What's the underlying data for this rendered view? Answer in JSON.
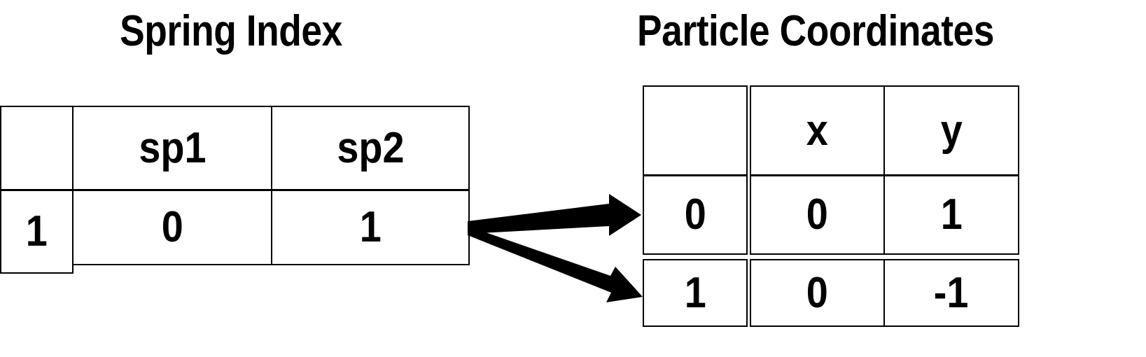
{
  "diagram": {
    "kind": "table-mapping-diagram",
    "background_color": "#ffffff",
    "ink_color": "#000000"
  },
  "left_table": {
    "title": "Spring Index",
    "index_header": "",
    "columns": [
      "sp1",
      "sp2"
    ],
    "rows": [
      {
        "index": "1",
        "sp1": "0",
        "sp2": "1"
      }
    ]
  },
  "right_table": {
    "title": "Particle Coordinates",
    "index_header": "",
    "columns": [
      "x",
      "y"
    ],
    "rows": [
      {
        "index": "0",
        "x": "0",
        "y": "1"
      },
      {
        "index": "1",
        "x": "0",
        "y": "-1"
      }
    ]
  },
  "arrows": [
    {
      "name": "arrow-to-particle-0",
      "from_label": "spring row 1",
      "to_label": "particle row 0",
      "color": "#000000"
    },
    {
      "name": "arrow-to-particle-1",
      "from_label": "spring row 1",
      "to_label": "particle row 1",
      "color": "#000000"
    }
  ]
}
